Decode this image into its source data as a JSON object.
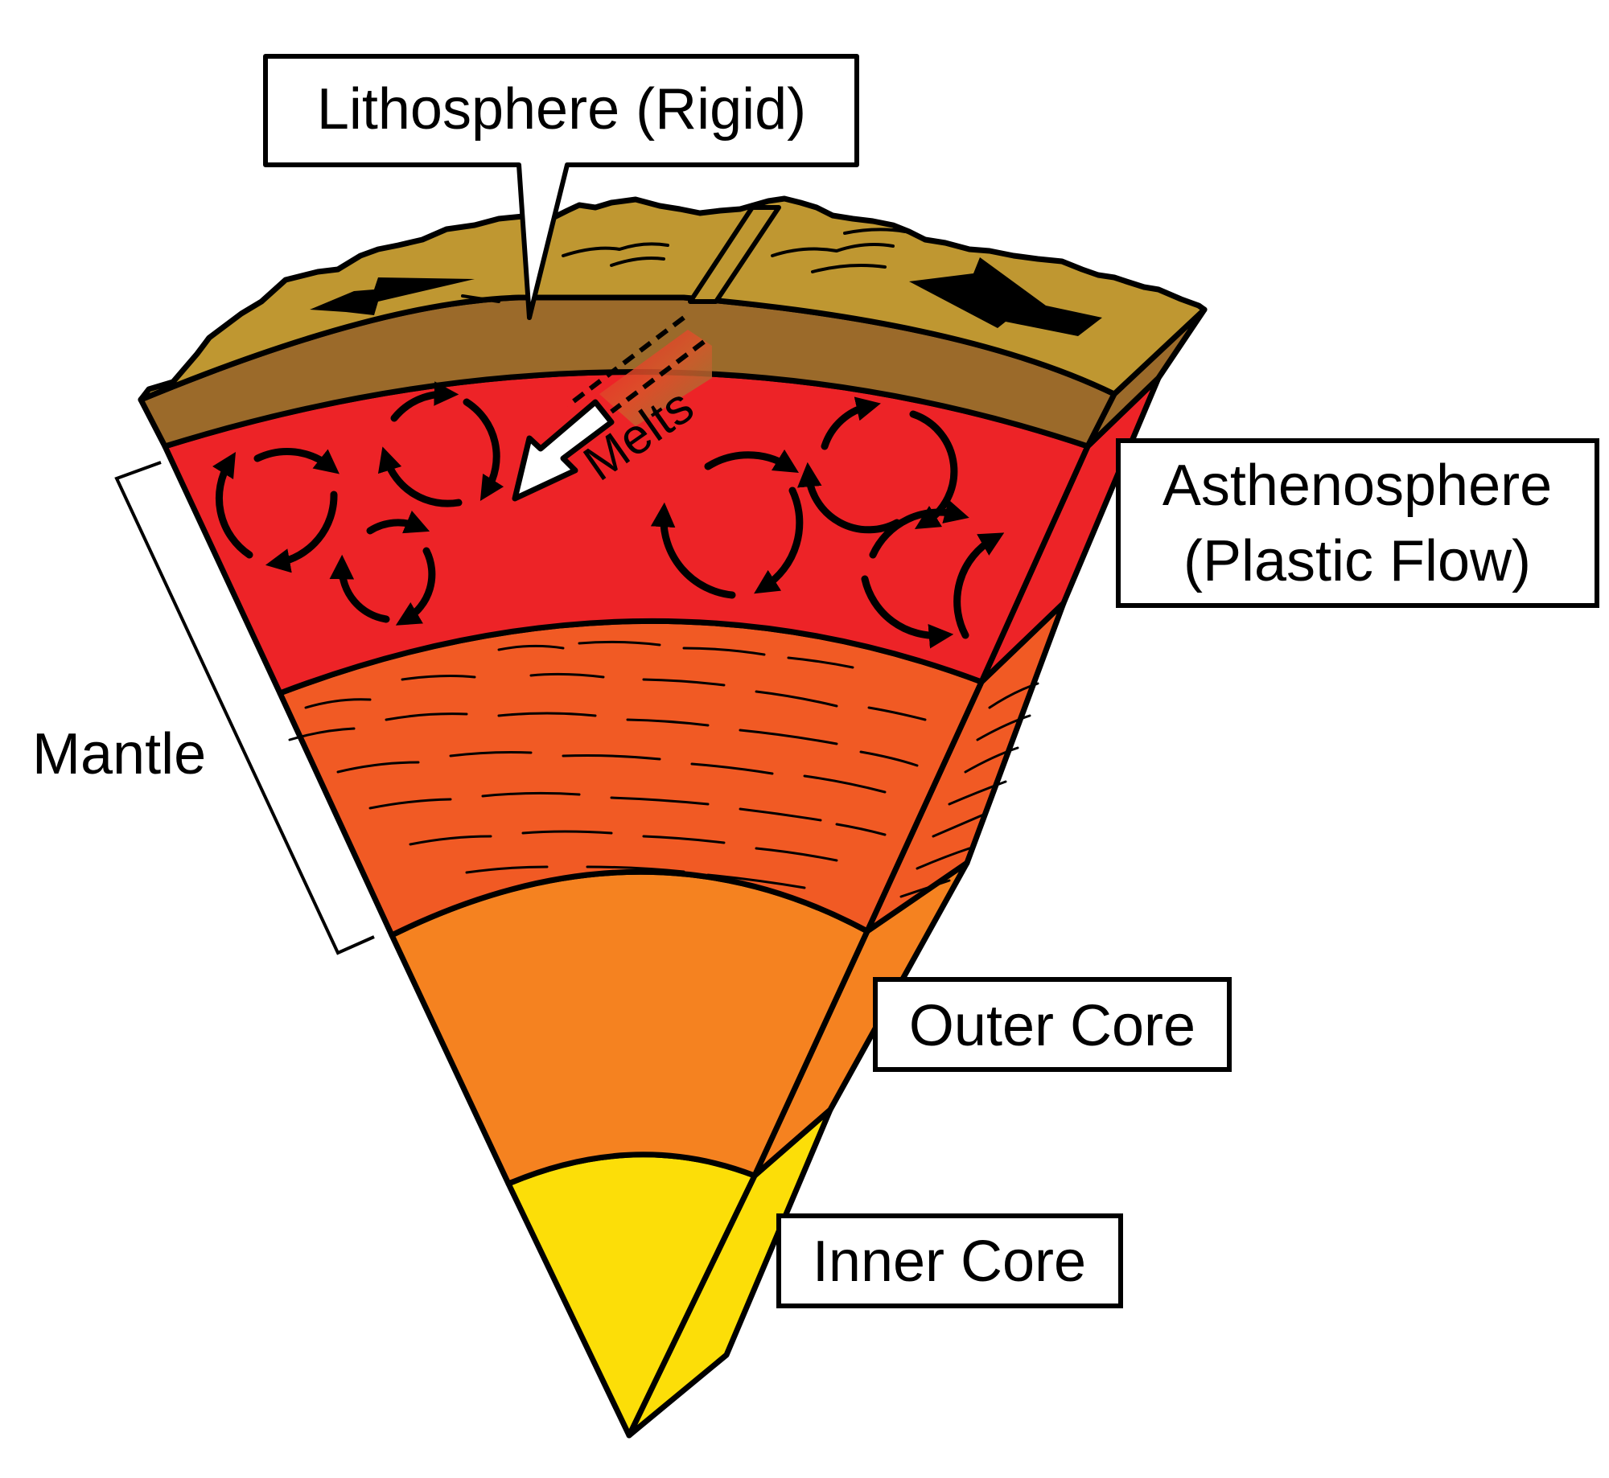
{
  "labels": {
    "lithosphere": "Lithosphere (Rigid)",
    "asthenosphere_line1": "Asthenosphere",
    "asthenosphere_line2": "(Plastic Flow)",
    "mantle": "Mantle",
    "outer_core": "Outer Core",
    "inner_core": "Inner Core",
    "melts": "Melts"
  },
  "colors": {
    "crust_top": "#BF9731",
    "lithosphere": "#9B6A2A",
    "asthenosphere": "#ED2327",
    "lower_mantle": "#F15A24",
    "outer_core": "#F58220",
    "inner_core": "#FCDE08",
    "outline": "#000000",
    "label_box": "#FFFFFF"
  }
}
